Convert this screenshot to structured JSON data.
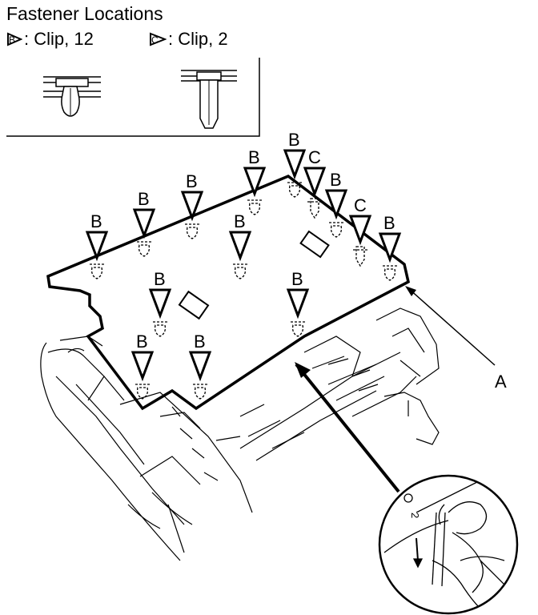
{
  "header": {
    "title": "Fastener Locations"
  },
  "legend": {
    "clip_b": {
      "mark": "B",
      "text": ": Clip, 12"
    },
    "clip_c": {
      "mark": "C",
      "text": ": Clip, 2"
    }
  },
  "labels": {
    "part_a": "A"
  },
  "callouts": [
    {
      "letter": "B"
    },
    {
      "letter": "B"
    },
    {
      "letter": "B"
    },
    {
      "letter": "B"
    },
    {
      "letter": "B"
    },
    {
      "letter": "B"
    },
    {
      "letter": "C"
    },
    {
      "letter": "B"
    },
    {
      "letter": "C"
    },
    {
      "letter": "B"
    },
    {
      "letter": "B"
    },
    {
      "letter": "B"
    },
    {
      "letter": "B"
    },
    {
      "letter": "B"
    }
  ],
  "tool": {
    "mark": "2"
  }
}
